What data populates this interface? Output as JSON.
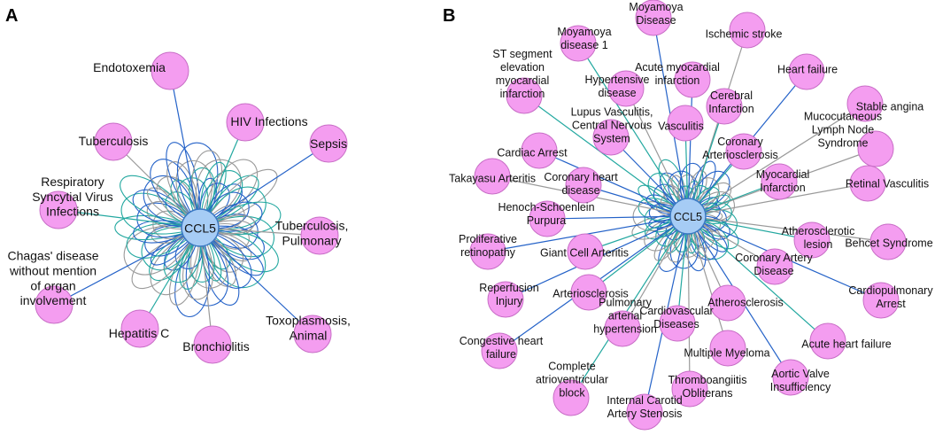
{
  "panels": [
    {
      "letter": "A",
      "hub": "CCL5",
      "nodes": [
        {
          "id": "endotoxemia",
          "label": "Endotoxemia"
        },
        {
          "id": "hiv",
          "label": "HIV Infections"
        },
        {
          "id": "tuberculosis",
          "label": "Tuberculosis"
        },
        {
          "id": "sepsis",
          "label": "Sepsis"
        },
        {
          "id": "rsv",
          "label": "Respiratory\nSyncytial Virus\nInfections"
        },
        {
          "id": "tb-pulm",
          "label": "Tuberculosis,\nPulmonary"
        },
        {
          "id": "chagas",
          "label": "Chagas' disease\nwithout mention\nof organ\ninvolvement"
        },
        {
          "id": "hepc",
          "label": "Hepatitis C"
        },
        {
          "id": "bronch",
          "label": "Bronchiolitis"
        },
        {
          "id": "toxo",
          "label": "Toxoplasmosis,\nAnimal"
        }
      ]
    },
    {
      "letter": "B",
      "hub": "CCL5",
      "nodes": [
        {
          "id": "moya",
          "label": "Moyamoya\nDisease"
        },
        {
          "id": "moya1",
          "label": "Moyamoya\ndisease 1"
        },
        {
          "id": "isch",
          "label": "Ischemic stroke"
        },
        {
          "id": "heartfail",
          "label": "Heart failure"
        },
        {
          "id": "stemi",
          "label": "ST segment\nelevation\nmyocardial\ninfarction"
        },
        {
          "id": "hypert",
          "label": "Hypertensive\ndisease"
        },
        {
          "id": "ami",
          "label": "Acute myocardial\ninfarction"
        },
        {
          "id": "cereb",
          "label": "Cerebral\nInfarction"
        },
        {
          "id": "stable",
          "label": "Stable angina"
        },
        {
          "id": "lupus",
          "label": "Lupus Vasculitis,\nCentral Nervous\nSystem"
        },
        {
          "id": "vascul",
          "label": "Vasculitis"
        },
        {
          "id": "mucocut",
          "label": "Mucocutaneous\nLymph Node\nSyndrome"
        },
        {
          "id": "cardarr",
          "label": "Cardiac Arrest"
        },
        {
          "id": "corart",
          "label": "Coronary\nArteriosclerosis"
        },
        {
          "id": "takay",
          "label": "Takayasu Arteritis"
        },
        {
          "id": "chd",
          "label": "Coronary heart\ndisease"
        },
        {
          "id": "mi",
          "label": "Myocardial\nInfarction"
        },
        {
          "id": "retvas",
          "label": "Retinal Vasculitis"
        },
        {
          "id": "henoch",
          "label": "Henoch-Schoenlein\nPurpura"
        },
        {
          "id": "athlesion",
          "label": "Atherosclerotic\nlesion"
        },
        {
          "id": "behcet",
          "label": "Behcet Syndrome"
        },
        {
          "id": "prolif",
          "label": "Proliferative\nretinopathy"
        },
        {
          "id": "gca",
          "label": "Giant Cell Arteritis"
        },
        {
          "id": "cad",
          "label": "Coronary Artery\nDisease"
        },
        {
          "id": "reperf",
          "label": "Reperfusion\nInjury"
        },
        {
          "id": "arterio",
          "label": "Arteriosclerosis"
        },
        {
          "id": "athero",
          "label": "Atherosclerosis"
        },
        {
          "id": "cardpulm",
          "label": "Cardiopulmonary\nArrest"
        },
        {
          "id": "cvd",
          "label": "Cardiovascular\nDiseases"
        },
        {
          "id": "pah",
          "label": "Pulmonary\narterial\nhypertension"
        },
        {
          "id": "chf",
          "label": "Congestive heart\nfailure"
        },
        {
          "id": "ahf",
          "label": "Acute heart failure"
        },
        {
          "id": "mm",
          "label": "Multiple Myeloma"
        },
        {
          "id": "avi",
          "label": "Aortic Valve\nInsufficiency"
        },
        {
          "id": "cavb",
          "label": "Complete\natrioventricular\nblock"
        },
        {
          "id": "thrombo",
          "label": "Thromboangiitis\nObliterans"
        },
        {
          "id": "icas",
          "label": "Internal Carotid\nArtery Stenosis"
        }
      ]
    }
  ],
  "colors": {
    "node_fill": "#f49df0",
    "node_stroke": "#c86ec6",
    "hub_fill": "#a6ccf5",
    "hub_stroke": "#3a78c2",
    "edge_gray": "#9a9a9a",
    "edge_blue": "#2462c8",
    "edge_teal": "#23a8a0"
  }
}
